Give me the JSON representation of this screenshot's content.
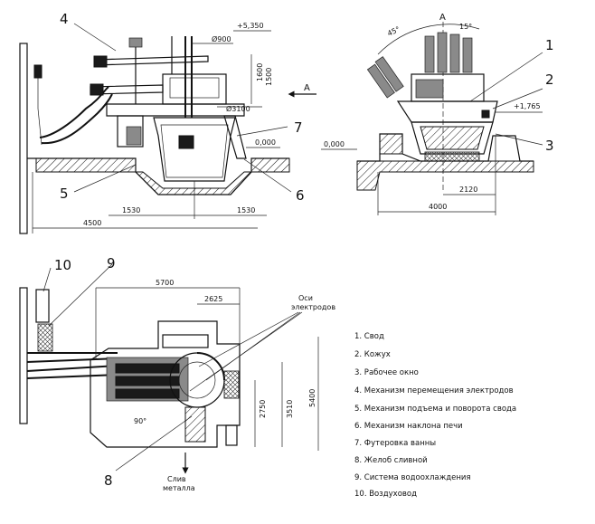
{
  "view_a_letter": "A",
  "callouts": {
    "c1": "1",
    "c2": "2",
    "c3": "3",
    "c4": "4",
    "c5": "5",
    "c6": "6",
    "c7": "7",
    "c8": "8",
    "c9": "9",
    "c10": "10"
  },
  "front_view": {
    "dims": {
      "elev_top": "+5,350",
      "d_900": "Ø900",
      "d_3100": "Ø3100",
      "h_1600": "1600",
      "h_1500": "1500",
      "elev_zero": "0,000",
      "w_4500": "4500",
      "w_1530_left": "1530",
      "w_1530_right": "1530"
    }
  },
  "side_view": {
    "dims": {
      "angle_45": "45°",
      "angle_15": "15°",
      "elev_1765": "+1,765",
      "elev_zero": "0,000",
      "w_2120": "2120",
      "w_4000": "4000"
    }
  },
  "plan_view": {
    "dims": {
      "w_5700": "5700",
      "w_2625": "2625",
      "h_2750": "2750",
      "h_3510": "3510",
      "h_5400": "5400",
      "angle_90": "90°"
    },
    "electrode_axes_label_1": "Оси",
    "electrode_axes_label_2": "электродов",
    "tap_label_1": "Слив",
    "tap_label_2": "металла"
  },
  "legend": [
    "1.  Свод",
    "2.  Кожух",
    "3.  Рабочее окно",
    "4.  Механизм перемещения электродов",
    "5.  Механизм подъема и поворота свода",
    "6.  Механизм наклона печи",
    "7.  Футеровка ванны",
    "8.  Желоб сливной",
    "9.  Система водоохлаждения",
    "10. Воздуховод"
  ]
}
